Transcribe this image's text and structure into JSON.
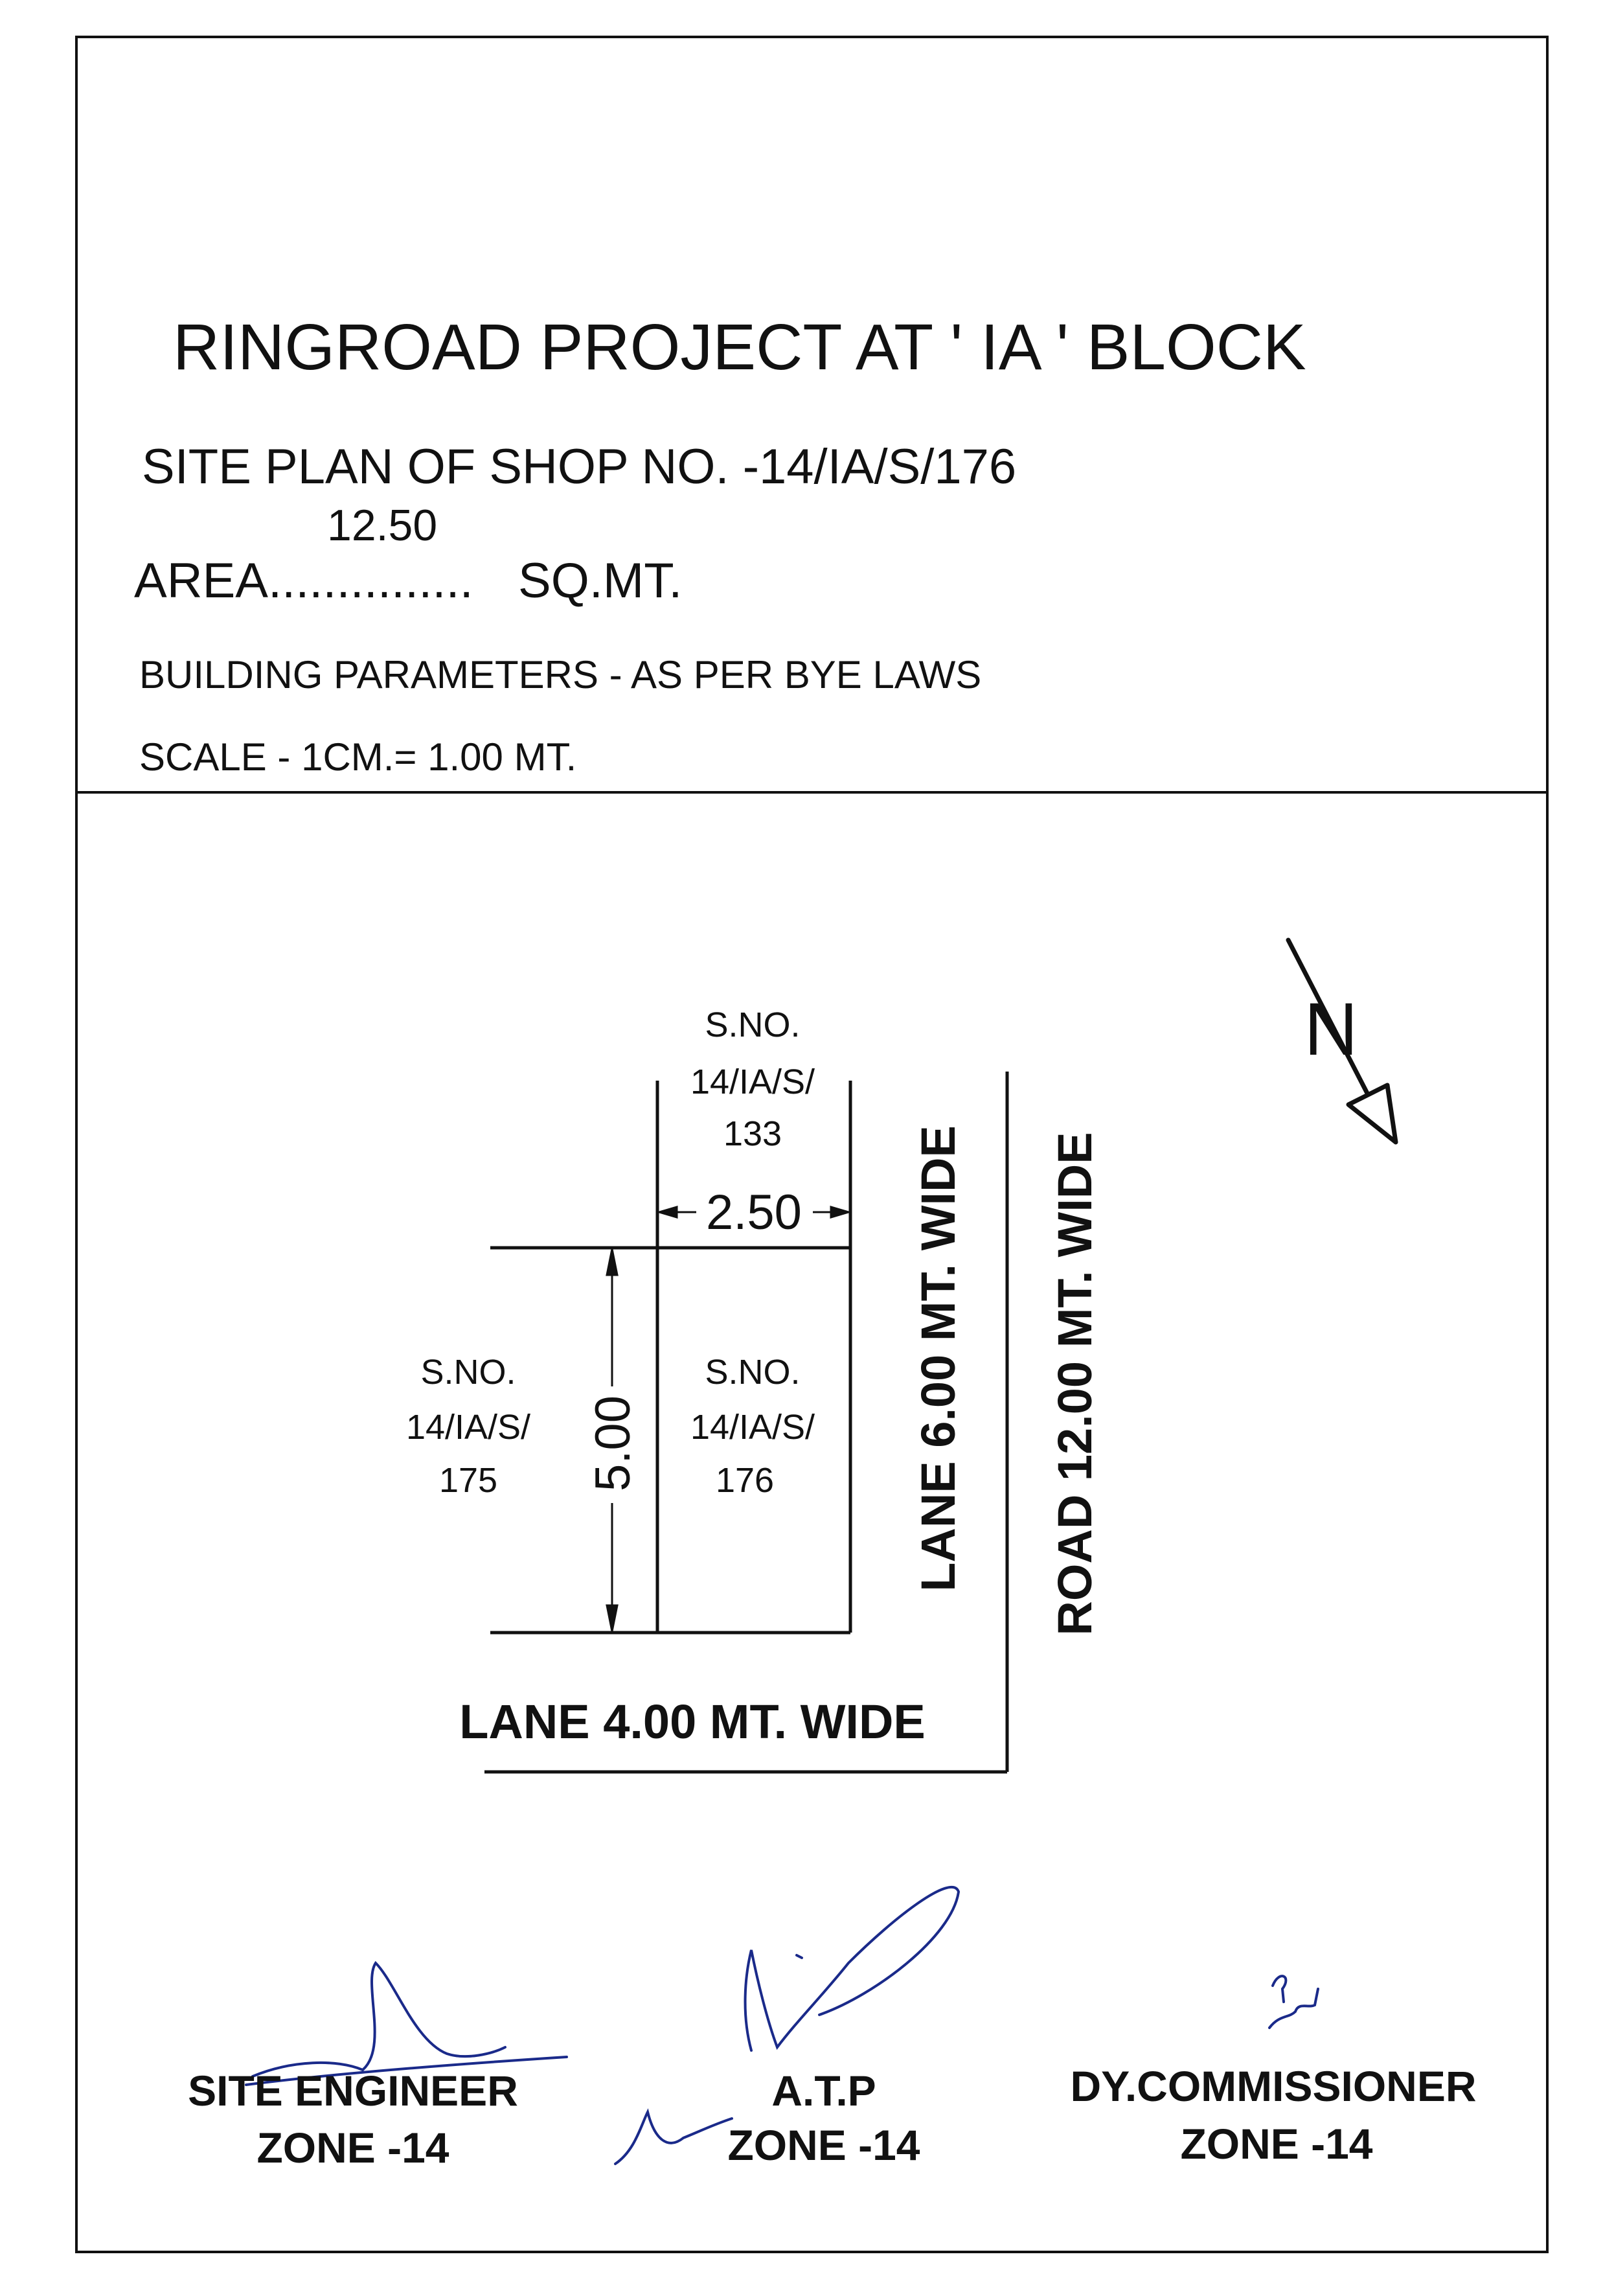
{
  "header": {
    "title": "RINGROAD PROJECT AT ' IA ' BLOCK",
    "subtitle": "SITE PLAN OF SHOP NO. -14/IA/S/176",
    "area_prefix": "AREA...............",
    "area_value": "12.50",
    "area_suffix": "SQ.MT.",
    "parameters": "BUILDING PARAMETERS - AS PER BYE LAWS",
    "scale": "SCALE - 1CM.= 1.00 MT."
  },
  "plan": {
    "plot_north": {
      "l1": "S.NO.",
      "l2": "14/IA/S/",
      "l3": "133"
    },
    "plot_west": {
      "l1": "S.NO.",
      "l2": "14/IA/S/",
      "l3": "175"
    },
    "plot_subject": {
      "l1": "S.NO.",
      "l2": "14/IA/S/",
      "l3": "176"
    },
    "width_dim": "2.50",
    "depth_dim": "5.00",
    "lane_east": "LANE 6.00 MT. WIDE",
    "road_east": "ROAD 12.00 MT. WIDE",
    "lane_south": "LANE 4.00 MT. WIDE",
    "north_label": "N"
  },
  "signatories": [
    {
      "role": "SITE ENGINEER",
      "zone": "ZONE -14"
    },
    {
      "role": "A.T.P",
      "zone": "ZONE -14"
    },
    {
      "role": "DY.COMMISSIONER",
      "zone": "ZONE -14"
    }
  ],
  "colors": {
    "ink": "#111111",
    "signature": "#1a2a8a"
  }
}
